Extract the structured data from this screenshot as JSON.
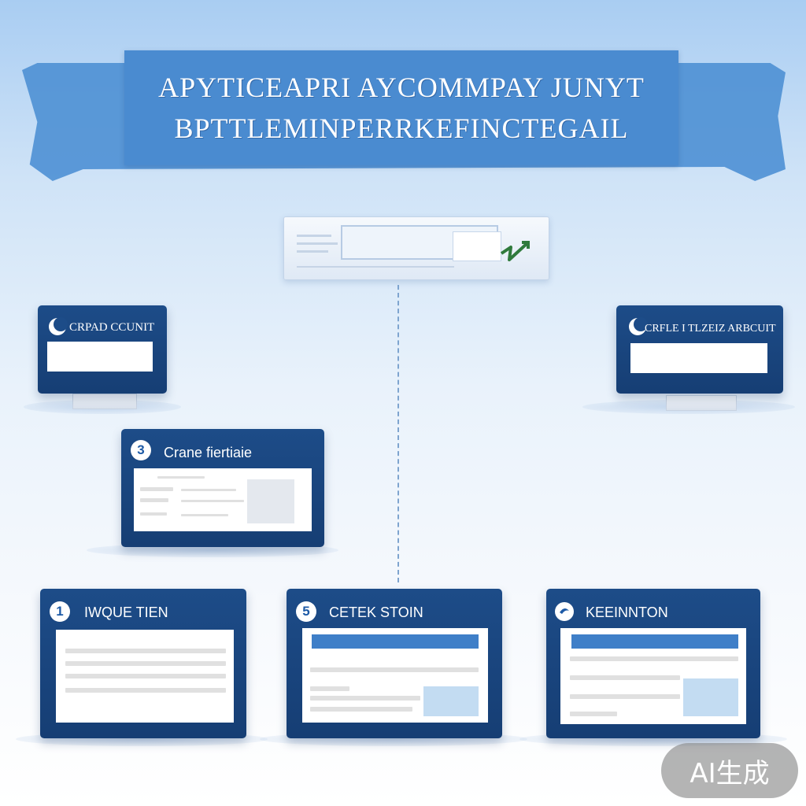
{
  "banner": {
    "line1": "APYTICEAPRI AYCOMMPAY JUNYT",
    "line2": "BPTTLEMINPERRKEFINCTEGAIL"
  },
  "cards": {
    "left_top": {
      "title": "CRPAD CCUNIT"
    },
    "right_top": {
      "title": "CRFLE I TLZEIZ ARBCUIT"
    },
    "middle": {
      "badge": "3",
      "title": "Crane fiertiaie"
    },
    "bottom_left": {
      "badge": "1",
      "title": "IWQUE TIEN"
    },
    "bottom_center": {
      "badge": "5",
      "title": "CETEK STOIN"
    },
    "bottom_right": {
      "badge": "",
      "title": "KEEINNTON"
    }
  },
  "watermark": "AI生成",
  "colors": {
    "card": "#1d4c88",
    "banner": "#4a8bd0",
    "accent": "#3f7fc8"
  }
}
